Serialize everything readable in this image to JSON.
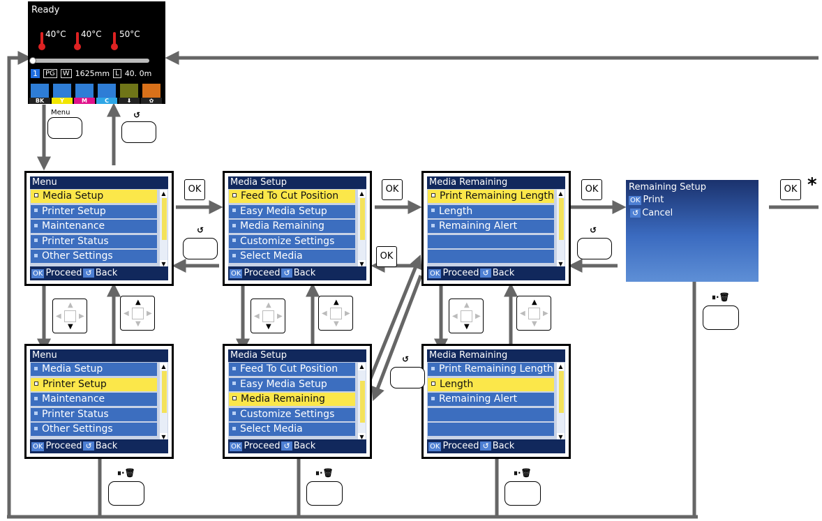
{
  "status": {
    "title": "Ready",
    "temps": [
      "40°C",
      "40°C",
      "50°C"
    ],
    "info": {
      "num": "1",
      "pg": "PG",
      "w_label": "W",
      "width": "1625mm",
      "l_label": "L",
      "length": "40. 0m"
    },
    "inks": [
      {
        "label": "BK",
        "color": "#2e7dd6",
        "label_bg": "#222"
      },
      {
        "label": "Y",
        "color": "#2e7dd6",
        "label_bg": "#f2e600"
      },
      {
        "label": "M",
        "color": "#2e7dd6",
        "label_bg": "#e0138b"
      },
      {
        "label": "C",
        "color": "#2e7dd6",
        "label_bg": "#2ea6e6"
      },
      {
        "label": "⬇",
        "color": "#6f7518",
        "label_bg": "#222"
      },
      {
        "label": "✿",
        "color": "#d9711a",
        "label_bg": "#222"
      }
    ]
  },
  "buttons": {
    "menu": "Menu",
    "ok": "OK",
    "back_icon": "↺",
    "pause_icon": "⏸·🗑",
    "star": "*"
  },
  "screens": {
    "menu_a": {
      "title": "Menu",
      "items": [
        "Media Setup",
        "Printer Setup",
        "Maintenance",
        "Printer Status",
        "Other Settings"
      ],
      "selected": 0
    },
    "menu_b": {
      "title": "Menu",
      "items": [
        "Media Setup",
        "Printer Setup",
        "Maintenance",
        "Printer Status",
        "Other Settings"
      ],
      "selected": 1
    },
    "media_a": {
      "title": "Media Setup",
      "items": [
        "Feed To Cut Position",
        "Easy Media Setup",
        "Media Remaining",
        "Customize Settings",
        "Select Media"
      ],
      "selected": 0
    },
    "media_b": {
      "title": "Media Setup",
      "items": [
        "Feed To Cut Position",
        "Easy Media Setup",
        "Media Remaining",
        "Customize Settings",
        "Select Media"
      ],
      "selected": 2
    },
    "rem_a": {
      "title": "Media Remaining",
      "items": [
        "Print Remaining Length",
        "Length",
        "Remaining Alert",
        "",
        ""
      ],
      "selected": 0
    },
    "rem_b": {
      "title": "Media Remaining",
      "items": [
        "Print Remaining Length",
        "Length",
        "Remaining Alert",
        "",
        ""
      ],
      "selected": 1
    }
  },
  "footer": {
    "ok": "OK",
    "proceed": "Proceed",
    "back_icon": "↺",
    "back": "Back"
  },
  "remaining_setup": {
    "title": "Remaining Setup",
    "options": [
      {
        "tag": "OK",
        "label": "Print"
      },
      {
        "tag": "↺",
        "label": "Cancel"
      }
    ]
  },
  "colors": {
    "arrow": "#666666",
    "header": "#11285c",
    "row": "#3c6ebf",
    "selected_row": "#fbe74a"
  }
}
